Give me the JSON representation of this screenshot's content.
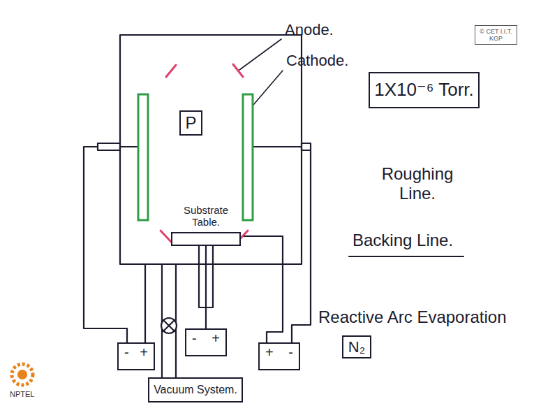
{
  "diagram": {
    "nodes": [
      {
        "text": [
          "© CET I.I.T. KGP"
        ]
      },
      {
        "text": [
          "P"
        ]
      },
      {
        "text": [
          "1X10⁻⁶ Torr."
        ]
      },
      {
        "text": [
          "Substrate Table."
        ]
      },
      {
        "text": [
          "-",
          "+"
        ]
      },
      {
        "text": [
          "-",
          "+"
        ]
      },
      {
        "text": [
          "+",
          "-"
        ]
      },
      {
        "text": [
          "N₂"
        ]
      },
      {
        "text": [
          "Vacuum System."
        ]
      }
    ],
    "edges": [
      {
        "from": 3,
        "to": 5,
        "arrow": "none"
      }
    ],
    "labels": [
      "Anode.",
      "Cathode.",
      "Roughing Line.",
      "Backing Line.",
      "Reactive Arc Evaporation",
      "NPTEL"
    ]
  }
}
